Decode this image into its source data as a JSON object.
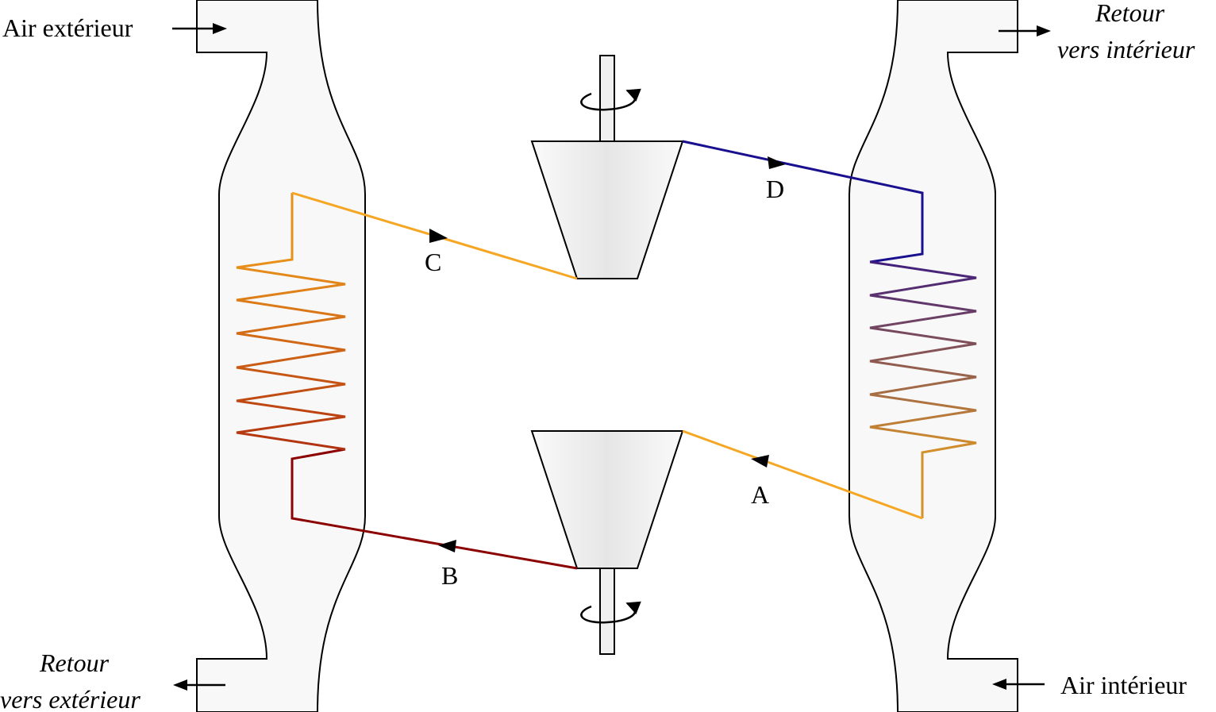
{
  "labels": {
    "air_exterieur": "Air extérieur",
    "retour_exterieur_1": "Retour",
    "retour_exterieur_2": "vers extérieur",
    "retour_interieur_1": "Retour",
    "retour_interieur_2": "vers intérieur",
    "air_interieur": "Air intérieur"
  },
  "points": {
    "A": "A",
    "B": "B",
    "C": "C",
    "D": "D"
  },
  "colors": {
    "hot_light": "#f5a623",
    "hot_mid": "#d2691e",
    "hot_dark": "#8b0000",
    "cold_dark": "#1a0f8f",
    "cold_mid": "#6b3f6f",
    "cold_light": "#c88a3a",
    "duct_fill": "#f8f8f8"
  }
}
